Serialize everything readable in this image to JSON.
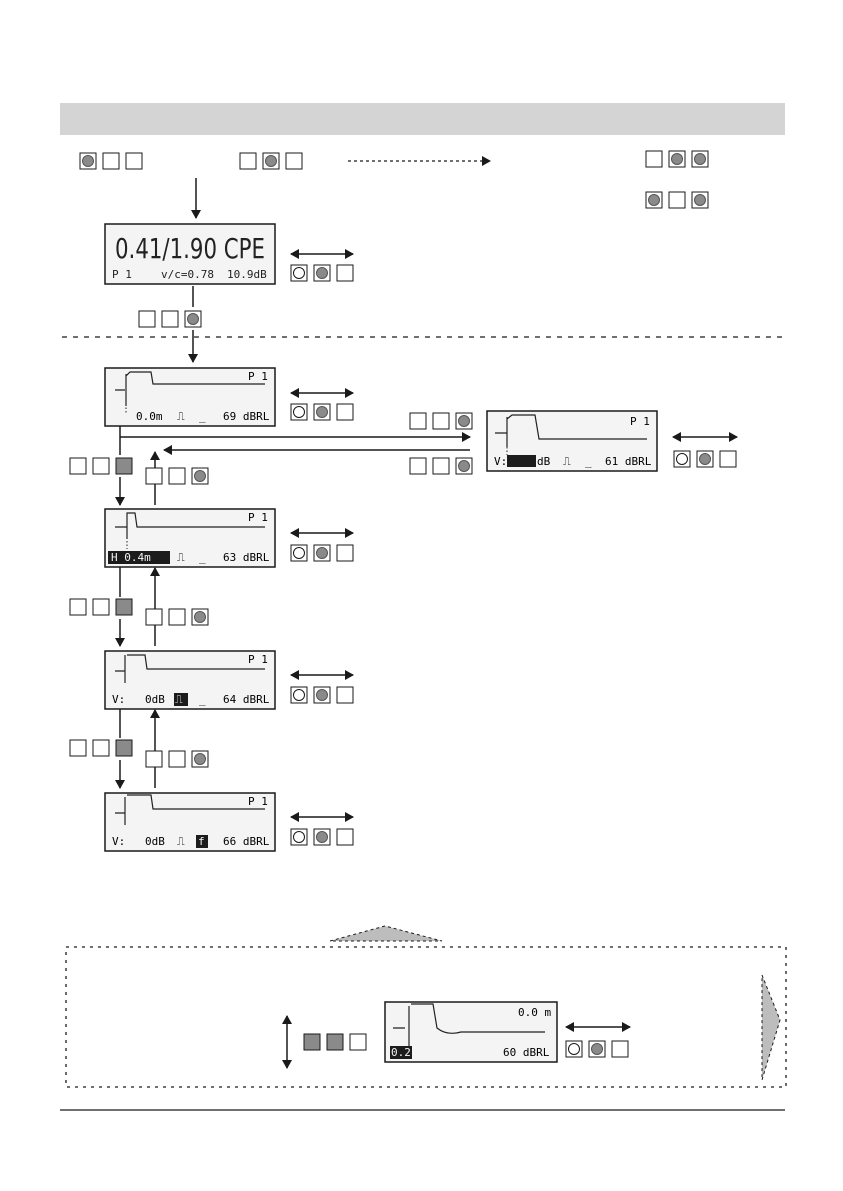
{
  "colors": {
    "header_band": "#d4d4d4",
    "led_on": "#8a8a8a",
    "key_filled": "#8a8a8a",
    "lcd_bg": "#f4f4f4",
    "lcd_inverse": "#1c1c1c",
    "dashed_region_fill": "#bdbdbd"
  },
  "screens": {
    "main": {
      "line1": "0.41/1.90 CPE",
      "port": "P 1",
      "vc": "v/c=0.78",
      "db": "10.9dB"
    },
    "trace1": {
      "corner": "P 1",
      "distance": "0.0m",
      "pulse": "⎍",
      "blank": "_",
      "value": "69 dBRL"
    },
    "trace_side": {
      "corner": "P 1",
      "prefix": "V:",
      "highlight": "▮▮▮",
      "unit": "dB",
      "pulse": "⎍",
      "blank": "_",
      "value": "61 dBRL"
    },
    "trace2": {
      "corner": "P 1",
      "highlight": "H 0.4m",
      "pulse": "⎍",
      "blank": "_",
      "value": "63 dBRL"
    },
    "trace3": {
      "corner": "P 1",
      "prefix": "V:",
      "gain": "0dB",
      "highlight": "⎍",
      "blank": "_",
      "value": "64 dBRL"
    },
    "trace4": {
      "corner": "P 1",
      "prefix": "V:",
      "gain": "0dB",
      "pulse": "⎍",
      "highlight": "f",
      "value": "66 dBRL"
    },
    "trace_bottom": {
      "corner": "0.0 m",
      "highlight": "0.2",
      "value": "60 dBRL"
    }
  },
  "led_groups": {
    "top_1": [
      "on",
      "off",
      "off"
    ],
    "top_2": [
      "off",
      "on",
      "off"
    ],
    "top_3": [
      "off",
      "on",
      "on"
    ],
    "top_4": [
      "on",
      "off",
      "on"
    ],
    "main_right": [
      "ring",
      "on",
      "off"
    ],
    "main_below": [
      "off",
      "off",
      "on"
    ],
    "t1_right": [
      "ring",
      "on",
      "off"
    ],
    "side_up": [
      "off",
      "off",
      "on"
    ],
    "side_down": [
      "off",
      "off",
      "on"
    ],
    "side_right": [
      "ring",
      "on",
      "off"
    ],
    "down_1": [
      "off",
      "off",
      "key"
    ],
    "up_1": [
      "off",
      "off",
      "on"
    ],
    "t2_right": [
      "ring",
      "on",
      "off"
    ],
    "down_2": [
      "off",
      "off",
      "key"
    ],
    "up_2": [
      "off",
      "off",
      "on"
    ],
    "t3_right": [
      "ring",
      "on",
      "off"
    ],
    "down_3": [
      "off",
      "off",
      "key"
    ],
    "up_3": [
      "off",
      "off",
      "on"
    ],
    "t4_right": [
      "ring",
      "on",
      "off"
    ],
    "bottom_left": [
      "key",
      "key",
      "off"
    ],
    "bottom_right": [
      "ring",
      "on",
      "off"
    ]
  }
}
